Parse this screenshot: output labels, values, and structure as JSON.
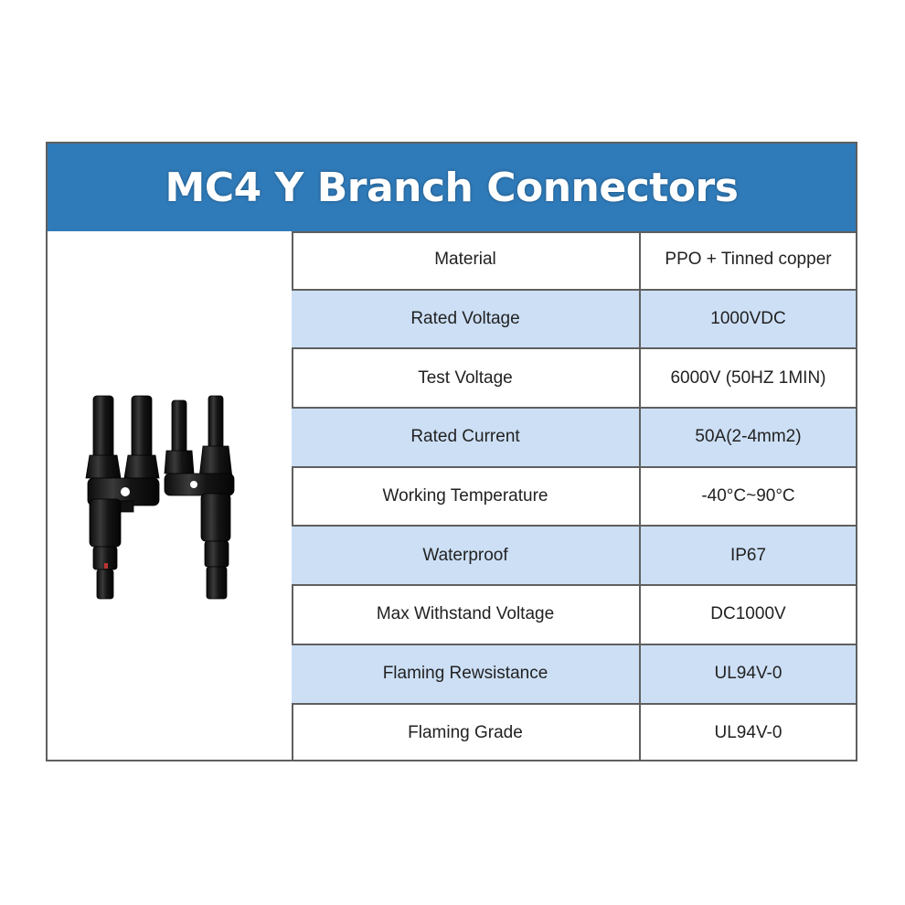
{
  "title": "MC4 Y Branch Connectors",
  "colors": {
    "title_bar": "#2f7ab8",
    "shaded_row": "#ccdff5",
    "border": "#5f5f5f"
  },
  "product_image": {
    "subject": "MC4 Y branch connector pair",
    "icon": "connector-illustration"
  },
  "specs": [
    {
      "label": "Material",
      "value": "PPO + Tinned copper"
    },
    {
      "label": "Rated Voltage",
      "value": "1000VDC"
    },
    {
      "label": "Test Voltage",
      "value": "6000V (50HZ 1MIN)"
    },
    {
      "label": "Rated Current",
      "value": "50A(2-4mm2)"
    },
    {
      "label": "Working Temperature",
      "value": "-40°C~90°C"
    },
    {
      "label": "Waterproof",
      "value": "IP67"
    },
    {
      "label": "Max Withstand Voltage",
      "value": "DC1000V"
    },
    {
      "label": "Flaming Rewsistance",
      "value": "UL94V-0"
    },
    {
      "label": "Flaming Grade",
      "value": "UL94V-0"
    }
  ]
}
